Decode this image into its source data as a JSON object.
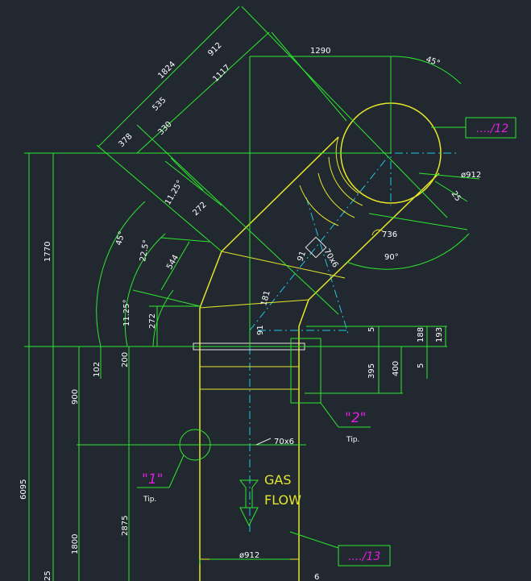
{
  "dimensions": {
    "d1290": "1290",
    "d45": "45°",
    "d912top": "912",
    "d1824": "1824",
    "d1117": "1117",
    "d535": "535",
    "d330": "330",
    "d378": "378",
    "d11_25a": "11.25°",
    "d272a": "272",
    "d45left": "45°",
    "d22_5": "22.5°",
    "d544": "544",
    "d11_25b": "11.25°",
    "d272b": "272",
    "d1770": "1770",
    "phi912r": "ø912",
    "d25": "25",
    "r736": "736",
    "d90": "90°",
    "d91a": "91",
    "d70x6a": "70x6",
    "d181": "181",
    "d91b": "91",
    "d5a": "5",
    "d188": "188",
    "d193": "193",
    "d102": "102",
    "d200": "200",
    "d395": "395",
    "d400": "400",
    "d5b": "5",
    "d900": "900",
    "d6095": "6095",
    "d70x6b": "70x6",
    "d2875": "2875",
    "d1800": "1800",
    "phi912b": "ø912",
    "d6": "6",
    "d25b": "25"
  },
  "callouts": {
    "ref12": "..../12",
    "ref13": "..../13",
    "detail2": "\"2\"",
    "detail1": "\"1\"",
    "tip1": "Tip.",
    "tip2": "Tip."
  },
  "labels": {
    "gas": "GAS",
    "flow": "FLOW"
  },
  "colors": {
    "background": "#212830",
    "dimension": "#2ee82e",
    "outline": "#e6e62a",
    "centerline": "#20c8e0",
    "callout": "#e020e0"
  }
}
